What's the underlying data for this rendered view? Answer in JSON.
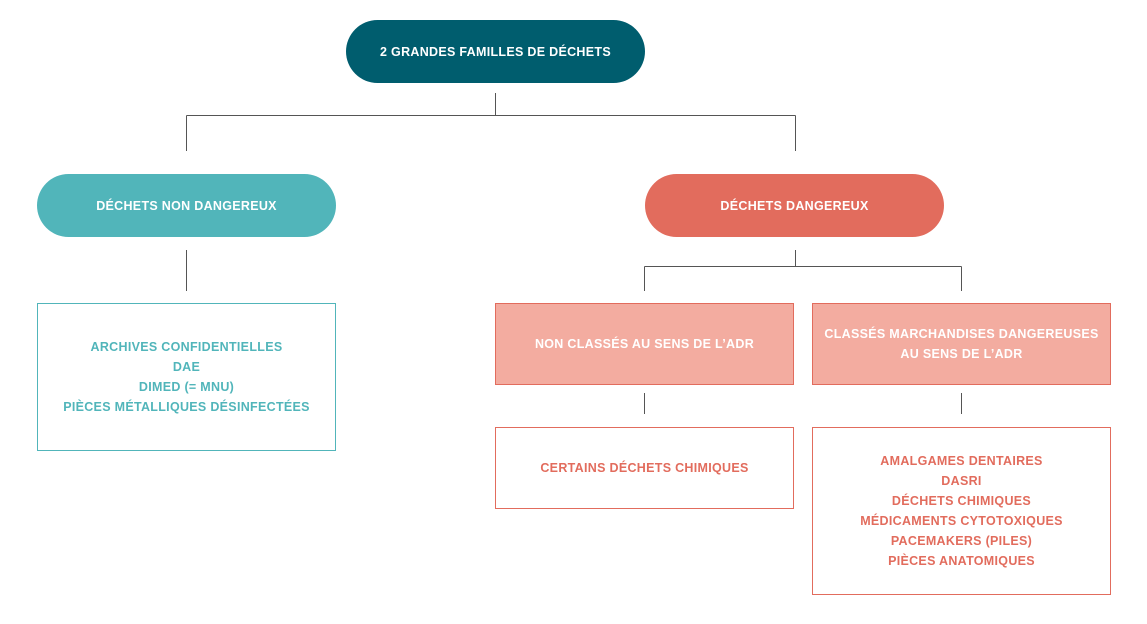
{
  "root": {
    "label": "2 GRANDES FAMILLES DE DÉCHETS"
  },
  "non_dangerous": {
    "label": "DÉCHETS NON DANGEREUX",
    "items": [
      "ARCHIVES CONFIDENTIELLES",
      "DAE",
      "DIMED (= MNU)",
      "PIÈCES MÉTALLIQUES DÉSINFECTÉES"
    ]
  },
  "dangerous": {
    "label": "DÉCHETS DANGEREUX",
    "non_classified": {
      "label": "NON CLASSÉS AU SENS DE L’ADR",
      "items": [
        "CERTAINS DÉCHETS CHIMIQUES"
      ]
    },
    "classified": {
      "label_line1": "CLASSÉS MARCHANDISES DANGEREUSES",
      "label_line2": "AU SENS DE L’ADR",
      "items": [
        "AMALGAMES DENTAIRES",
        "DASRI",
        "DÉCHETS CHIMIQUES",
        "MÉDICAMENTS CYTOTOXIQUES",
        "PACEMAKERS (PILES)",
        "PIÈCES ANATOMIQUES"
      ]
    }
  },
  "colors": {
    "root": "#005d6e",
    "teal": "#51b5ba",
    "red": "#e26c5d",
    "salmon": "#f3aca0",
    "connector": "#555555"
  }
}
